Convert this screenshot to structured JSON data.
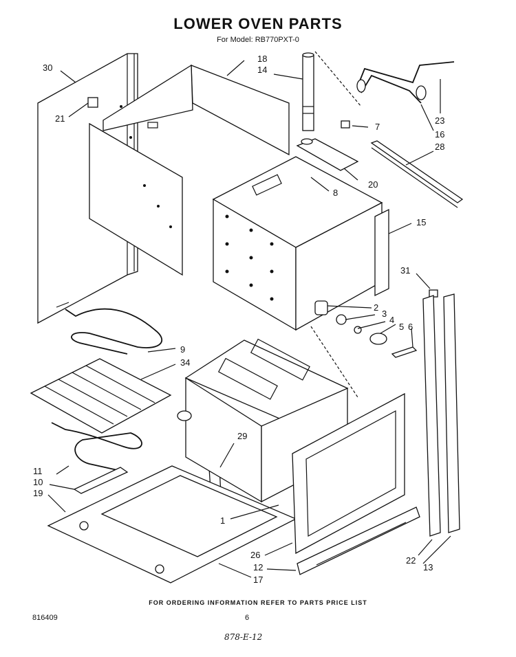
{
  "title": "LOWER OVEN PARTS",
  "subtitle": "For Model: RB770PXT-0",
  "footer_note": "FOR ORDERING INFORMATION REFER TO PARTS PRICE LIST",
  "doc_number": "816409",
  "page_number": "6",
  "handwritten": "878-E-12",
  "callouts": [
    {
      "id": "c30",
      "text": "30"
    },
    {
      "id": "c18",
      "text": "18"
    },
    {
      "id": "c14",
      "text": "14"
    },
    {
      "id": "c21",
      "text": "21"
    },
    {
      "id": "c7",
      "text": "7"
    },
    {
      "id": "c23",
      "text": "23"
    },
    {
      "id": "c16",
      "text": "16"
    },
    {
      "id": "c28",
      "text": "28"
    },
    {
      "id": "c20",
      "text": "20"
    },
    {
      "id": "c8",
      "text": "8"
    },
    {
      "id": "c15",
      "text": "15"
    },
    {
      "id": "c31",
      "text": "31"
    },
    {
      "id": "c2",
      "text": "2"
    },
    {
      "id": "c3",
      "text": "3"
    },
    {
      "id": "c4",
      "text": "4"
    },
    {
      "id": "c5",
      "text": "5"
    },
    {
      "id": "c6",
      "text": "6"
    },
    {
      "id": "c9",
      "text": "9"
    },
    {
      "id": "c34",
      "text": "34"
    },
    {
      "id": "c29",
      "text": "29"
    },
    {
      "id": "c11",
      "text": "11"
    },
    {
      "id": "c10",
      "text": "10"
    },
    {
      "id": "c19",
      "text": "19"
    },
    {
      "id": "c1",
      "text": "1"
    },
    {
      "id": "c26",
      "text": "26"
    },
    {
      "id": "c12",
      "text": "12"
    },
    {
      "id": "c17",
      "text": "17"
    },
    {
      "id": "c22",
      "text": "22"
    },
    {
      "id": "c13",
      "text": "13"
    }
  ]
}
